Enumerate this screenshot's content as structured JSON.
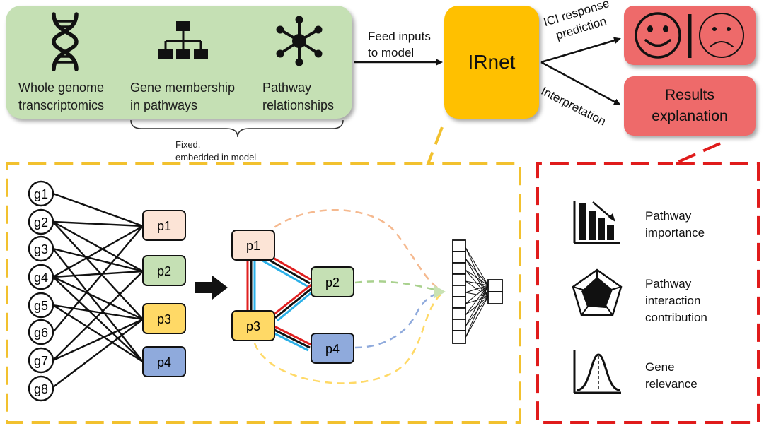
{
  "inputs": {
    "whole_genome": "Whole genome\ntranscriptomics",
    "gene_membership": "Gene membership\nin pathways",
    "pathway_relationships": "Pathway\nrelationships",
    "fixed_note": "Fixed,\nembedded in model"
  },
  "flow": {
    "feed_inputs": "Feed inputs\nto model",
    "model_name": "IRnet",
    "ici_response": "ICI response\nprediction",
    "interpretation": "Interpretation",
    "results_explanation": "Results\nexplanation"
  },
  "network": {
    "genes": [
      "g1",
      "g2",
      "g3",
      "g4",
      "g5",
      "g6",
      "g7",
      "g8"
    ],
    "pathways": [
      "p1",
      "p2",
      "p3",
      "p4"
    ]
  },
  "outputs": {
    "pathway_importance": "Pathway\nimportance",
    "pathway_interaction": "Pathway\ninteraction\ncontribution",
    "gene_relevance": "Gene\nrelevance"
  },
  "colors": {
    "input_panel": "#c5e0b4",
    "irnet": "#ffc000",
    "red_box": "#ee6a6a",
    "p1": "#fce4d6",
    "p2": "#c5e0b4",
    "p3": "#ffd966",
    "p4": "#8faadc",
    "yellow_dash": "#f2c12e",
    "red_dash": "#e01b1b"
  }
}
